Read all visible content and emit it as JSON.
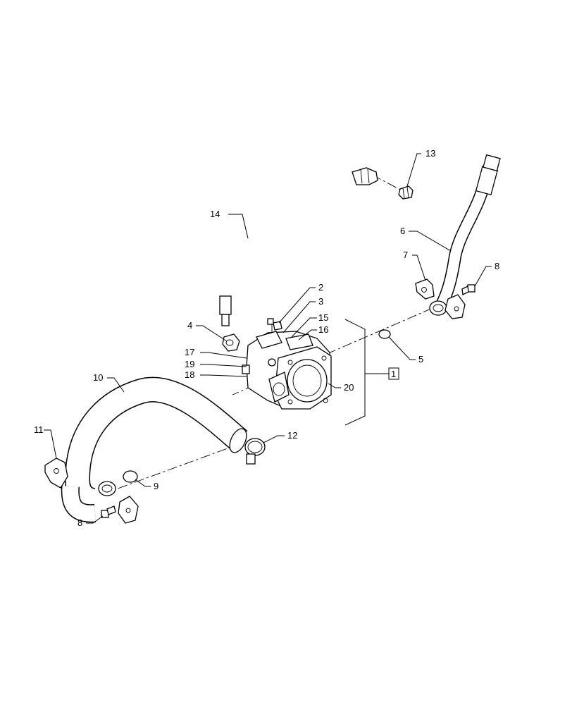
{
  "callouts": {
    "c1": "1",
    "c2": "2",
    "c3": "3",
    "c4": "4",
    "c5": "5",
    "c6": "6",
    "c7": "7",
    "c8a": "8",
    "c8b": "8",
    "c9": "9",
    "c10": "10",
    "c11": "11",
    "c12": "12",
    "c13": "13",
    "c14": "14",
    "c15": "15",
    "c16": "16",
    "c17": "17",
    "c18": "18",
    "c19": "19",
    "c20": "20"
  },
  "colors": {
    "line": "#000000",
    "background": "#ffffff"
  }
}
